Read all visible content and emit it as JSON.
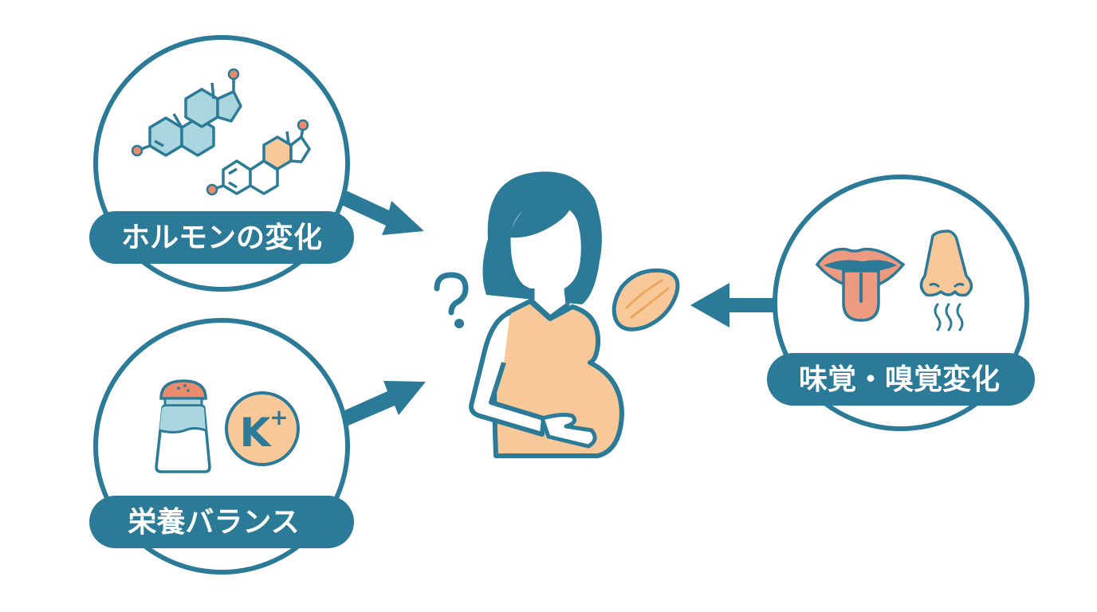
{
  "colors": {
    "primary": "#2a7a98",
    "hormone_fill": "#a9d6de",
    "peach": "#f8c898",
    "salmon": "#ea8b6e",
    "tongue": "#ee9a80",
    "background": "#ffffff"
  },
  "center": {
    "figure": "pregnant-woman",
    "question_mark": "?",
    "food_item": "potato-chip"
  },
  "factors": [
    {
      "id": "hormones",
      "label": "ホルモンの変化",
      "icons": [
        "steroid-molecule-icon",
        "estrogen-molecule-icon"
      ],
      "arrow_direction": "toward-center"
    },
    {
      "id": "nutrition",
      "label": "栄養バランス",
      "icons": [
        "salt-shaker-icon",
        "potassium-ion-icon"
      ],
      "potassium_symbol": "K",
      "potassium_charge": "+",
      "arrow_direction": "toward-center"
    },
    {
      "id": "senses",
      "label": "味覚・嗅覚変化",
      "icons": [
        "tongue-icon",
        "nose-icon",
        "smell-waves-icon"
      ],
      "arrow_direction": "toward-center"
    }
  ]
}
